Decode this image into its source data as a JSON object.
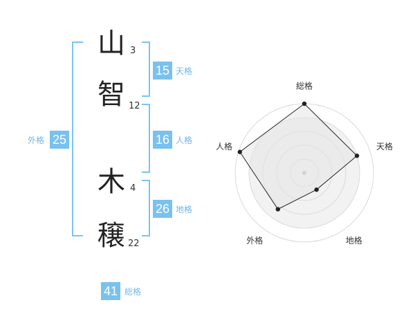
{
  "name": {
    "chars": [
      {
        "char": "山",
        "strokes": "3"
      },
      {
        "char": "智",
        "strokes": "12"
      },
      {
        "char": "木",
        "strokes": "4"
      },
      {
        "char": "穣",
        "strokes": "22"
      }
    ]
  },
  "kakusu": {
    "tenkaku": {
      "value": "15",
      "label": "天格"
    },
    "jinkaku": {
      "value": "16",
      "label": "人格"
    },
    "chikaku": {
      "value": "26",
      "label": "地格"
    },
    "gaikaku": {
      "value": "25",
      "label": "外格"
    },
    "soukaku": {
      "value": "41",
      "label": "総格"
    }
  },
  "colors": {
    "accent": "#79c1ef",
    "bracket": "#7cc3f0",
    "label": "#74b7e4",
    "radar_fill": "#f2f2f2",
    "radar_grid": "#d9d9d9",
    "radar_line": "#222222"
  },
  "chart_data": {
    "type": "radar",
    "categories": [
      "総格",
      "天格",
      "地格",
      "外格",
      "人格"
    ],
    "values": [
      1.0,
      0.8,
      0.3,
      0.65,
      0.98
    ],
    "rmax": 1.0,
    "grid_rings": 4
  }
}
